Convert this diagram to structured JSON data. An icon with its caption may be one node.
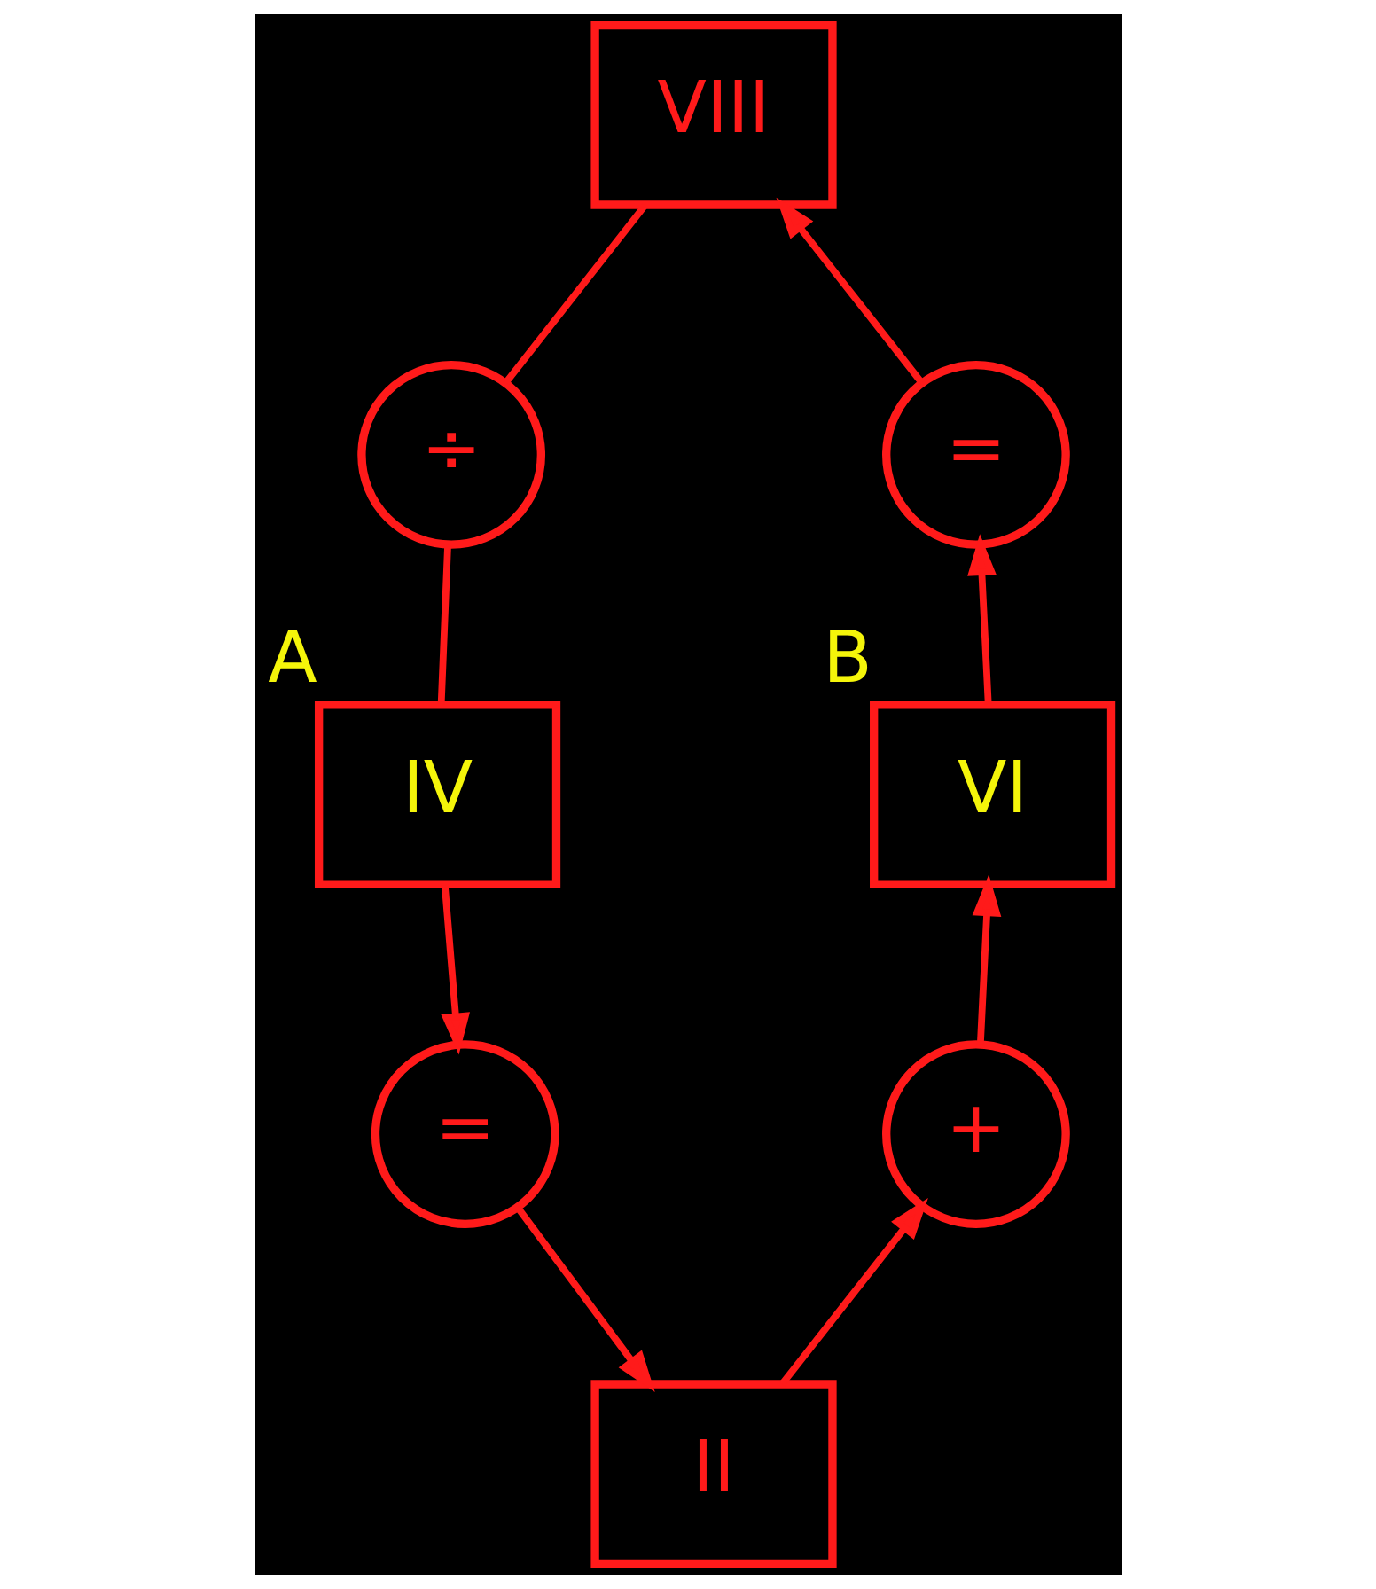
{
  "diagram": {
    "nodes": [
      {
        "text": [
          "VIII"
        ]
      },
      {
        "text": [
          "÷"
        ]
      },
      {
        "text": [
          "IV"
        ],
        "beside": [
          "A"
        ]
      },
      {
        "text": [
          "="
        ]
      },
      {
        "text": [
          "II"
        ]
      },
      {
        "text": [
          "+"
        ]
      },
      {
        "text": [
          "VI"
        ],
        "beside": [
          "B"
        ]
      },
      {
        "text": [
          "="
        ]
      }
    ],
    "edges": [
      {
        "from": 0,
        "to": 1,
        "arrow": "none"
      },
      {
        "from": 1,
        "to": 2,
        "arrow": "none"
      },
      {
        "from": 2,
        "to": 3,
        "arrow": "to"
      },
      {
        "from": 3,
        "to": 4,
        "arrow": "to"
      },
      {
        "from": 4,
        "to": 5,
        "arrow": "to"
      },
      {
        "from": 5,
        "to": 6,
        "arrow": "to"
      },
      {
        "from": 6,
        "to": 7,
        "arrow": "to"
      },
      {
        "from": 7,
        "to": 0,
        "arrow": "to"
      }
    ]
  }
}
